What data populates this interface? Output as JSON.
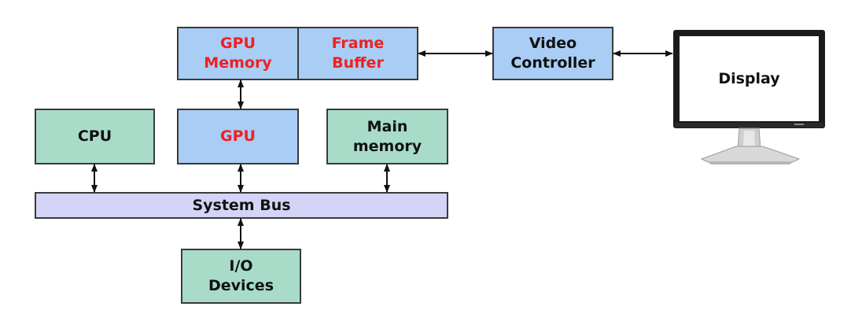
{
  "nodes": {
    "gpu_memory": "GPU\nMemory",
    "frame_buffer": "Frame\nBuffer",
    "video_controller": "Video\nController",
    "display": "Display",
    "cpu": "CPU",
    "gpu": "GPU",
    "main_memory": "Main\nmemory",
    "system_bus": "System Bus",
    "io_devices": "I/O\nDevices"
  },
  "colors": {
    "gpu_block": "#a9cdf5",
    "host_block": "#a8dcc9",
    "bus": "#d4d4f6",
    "gpu_text": "#ef2020"
  }
}
